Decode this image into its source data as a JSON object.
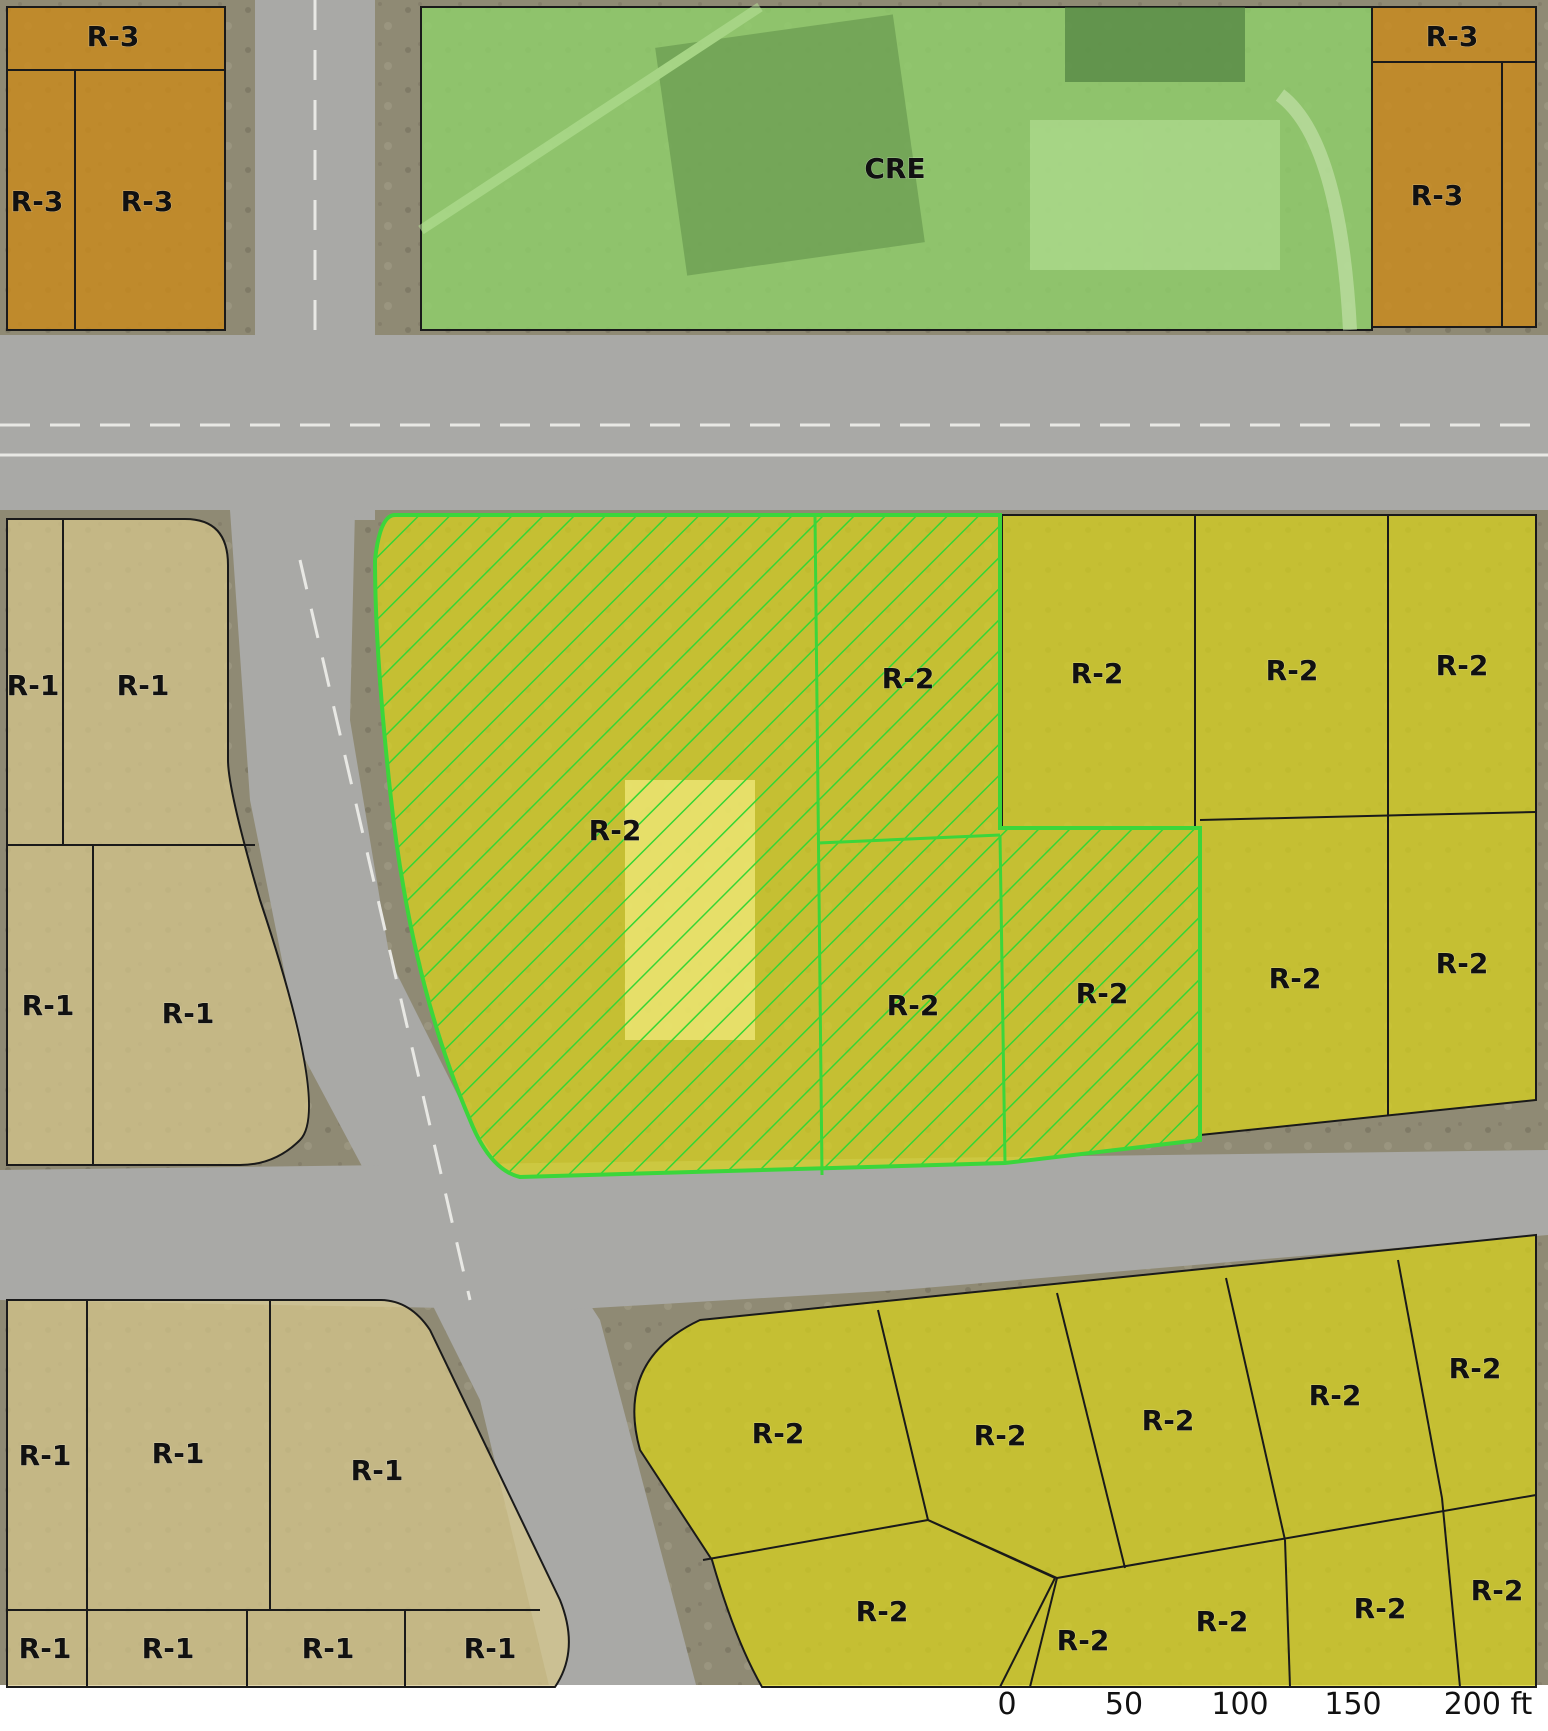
{
  "zones": {
    "cre": "CRE",
    "r3": "R-3",
    "r2": "R-2",
    "r1": "R-1"
  },
  "colors": {
    "R-3": "#c98a1c",
    "R-2": "#d9d41a",
    "R-1": "#d8c98c",
    "CRE": "#8fcf6a",
    "highlight_outline": "#3bd63b",
    "highlight_hatch": "#2fcf2f",
    "parcel_line": "#1a1a1a",
    "road": "#a7a7a3"
  },
  "scale_bar": {
    "labels": [
      "0",
      "50",
      "100",
      "150",
      "200 ft"
    ]
  }
}
